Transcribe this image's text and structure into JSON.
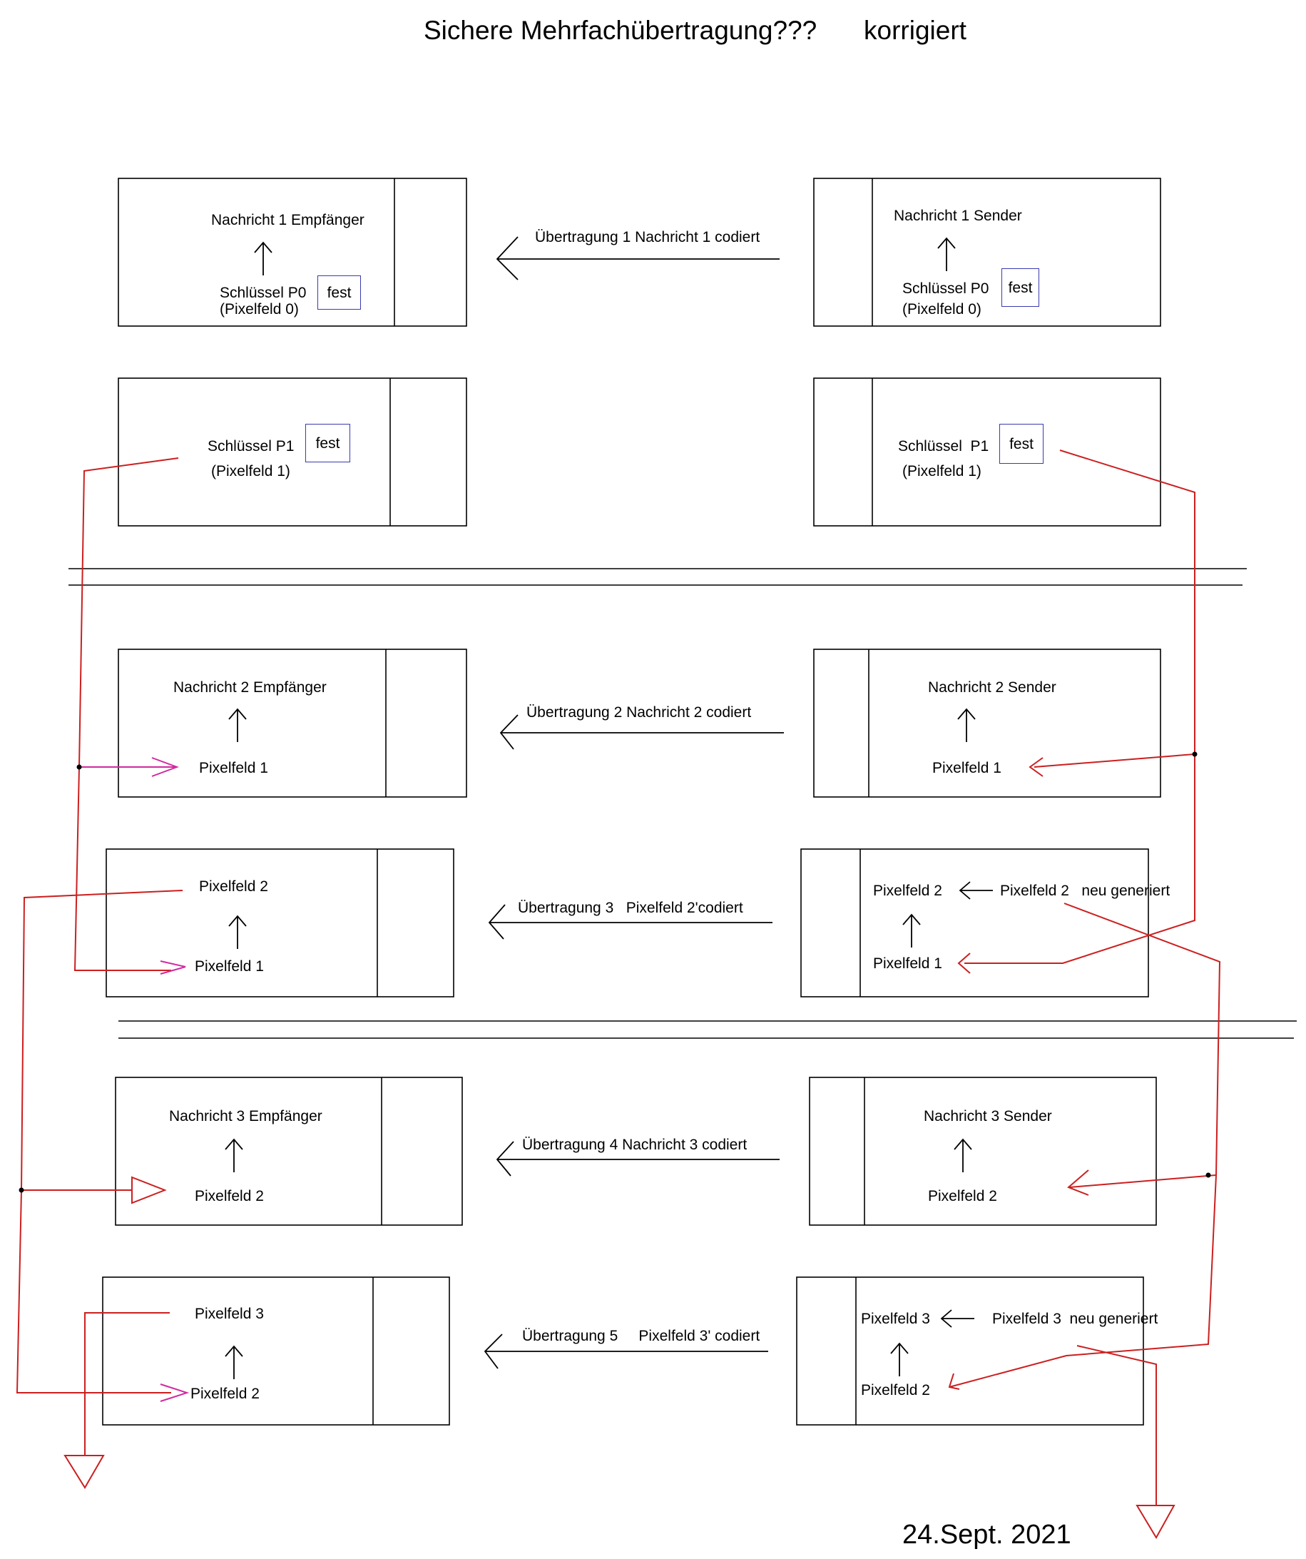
{
  "header": {
    "title": "Sichere Mehrfachübertragung???",
    "status": "korrigiert"
  },
  "footer": {
    "date": "24.Sept. 2021"
  },
  "colors": {
    "line": "#000000",
    "red_path": "#cc1f1f",
    "magenta_arrow": "#d02aa0",
    "key_box_border": "#3a3ab0"
  },
  "icons": [
    "up-arrow-icon",
    "left-arrow-icon",
    "open-triangle-arrowhead-icon"
  ],
  "receiver": {
    "box1": {
      "label": "Nachricht 1 Empfänger",
      "key": "Schlüssel P0",
      "key_sub": "(Pixelfeld 0)",
      "tag": "fest"
    },
    "box2": {
      "key": "Schlüssel P1",
      "key_sub": "(Pixelfeld 1)",
      "tag": "fest"
    },
    "box3": {
      "label": "Nachricht 2 Empfänger",
      "field": "Pixelfeld 1"
    },
    "box4": {
      "top": "Pixelfeld 2",
      "bottom": "Pixelfeld 1"
    },
    "box5": {
      "label": "Nachricht 3 Empfänger",
      "field": "Pixelfeld 2"
    },
    "box6": {
      "top": "Pixelfeld 3",
      "bottom": "Pixelfeld 2"
    }
  },
  "sender": {
    "box1": {
      "label": "Nachricht 1 Sender",
      "key": "Schlüssel P0",
      "key_sub": "(Pixelfeld 0)",
      "tag": "fest"
    },
    "box2": {
      "key": "Schlüssel  P1",
      "key_sub": "(Pixelfeld 1)",
      "tag": "fest"
    },
    "box3": {
      "label": "Nachricht 2 Sender",
      "field": "Pixelfeld 1"
    },
    "box4": {
      "top": "Pixelfeld 2",
      "source": "Pixelfeld 2   neu generiert",
      "bottom": "Pixelfeld 1"
    },
    "box5": {
      "label": "Nachricht 3 Sender",
      "field": "Pixelfeld 2"
    },
    "box6": {
      "top": "Pixelfeld 3",
      "source": "Pixelfeld 3  neu generiert",
      "bottom": "Pixelfeld 2"
    }
  },
  "transmissions": [
    "Übertragung 1 Nachricht 1 codiert",
    "Übertragung 2 Nachricht 2 codiert",
    "Übertragung 3   Pixelfeld 2'codiert",
    "Übertragung 4 Nachricht 3 codiert",
    "Übertragung 5     Pixelfeld 3' codiert"
  ]
}
